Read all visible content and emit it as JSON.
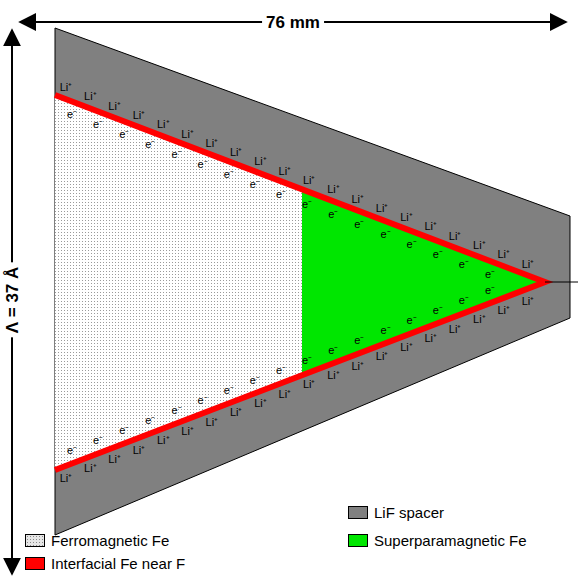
{
  "diagram": {
    "labels": [
      "76 mm",
      "Λ = 37 Å",
      "Li⁺",
      "Li⁺",
      "Li⁺",
      "Li⁺",
      "Li⁺",
      "Li⁺",
      "Li⁺",
      "Li⁺",
      "Li⁺",
      "Li⁺",
      "Li⁺",
      "Li⁺",
      "Li⁺",
      "Li⁺",
      "Li⁺",
      "Li⁺",
      "Li⁺",
      "Li⁺",
      "Li⁺",
      "Li⁺",
      "e⁻",
      "e⁻",
      "e⁻",
      "e⁻",
      "e⁻",
      "e⁻",
      "e⁻",
      "e⁻",
      "e⁻",
      "e⁻",
      "e⁻",
      "e⁻",
      "e⁻",
      "e⁻",
      "e⁻",
      "e⁻",
      "e⁻",
      "e⁻",
      "e⁻",
      "e⁻",
      "e⁻",
      "e⁻",
      "e⁻",
      "e⁻",
      "e⁻",
      "e⁻",
      "e⁻",
      "e⁻",
      "e⁻",
      "e⁻",
      "e⁻",
      "e⁻",
      "e⁻",
      "e⁻",
      "Li⁺",
      "Li⁺",
      "Li⁺",
      "Li⁺",
      "Li⁺",
      "Li⁺",
      "Li⁺",
      "Li⁺",
      "Li⁺",
      "Li⁺",
      "Li⁺",
      "Li⁺",
      "Li⁺",
      "Li⁺",
      "Li⁺",
      "Li⁺",
      "Li⁺",
      "Li⁺",
      "Li⁺",
      "Li⁺"
    ],
    "legend": [
      {
        "text": "LiF spacer",
        "color": "#808080"
      },
      {
        "text": "Ferromagnetic Fe",
        "color": "#e6e6e6"
      },
      {
        "text": "Superparamagnetic Fe",
        "color": "#00e600"
      },
      {
        "text": "Interfacial Fe near F",
        "color": "#ff0000"
      }
    ]
  }
}
